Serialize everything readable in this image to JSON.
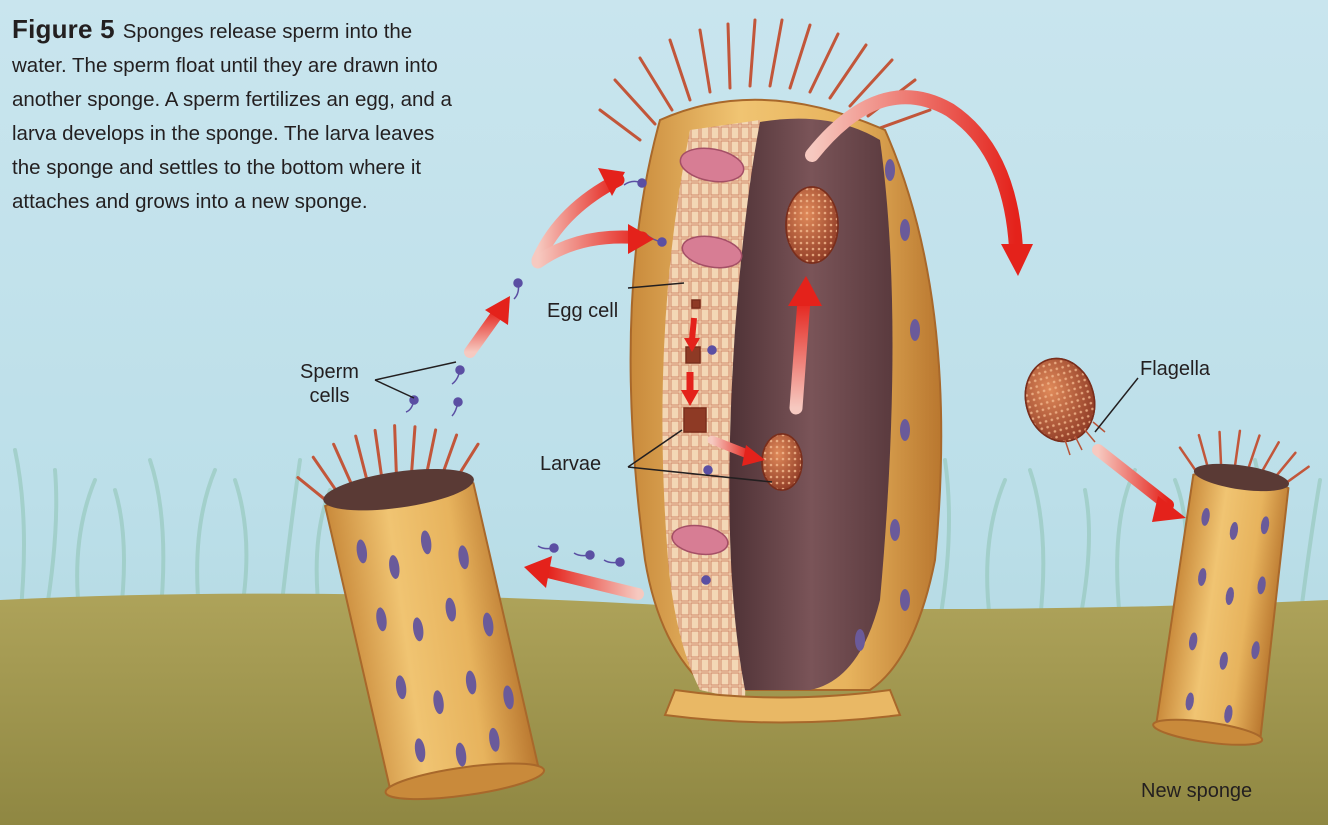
{
  "caption": {
    "figure_number": "Figure 5",
    "text": "Sponges release sperm into the water. The sperm float until they are drawn into another sponge. A sperm fertilizes an egg, and a larva develops in the sponge. The larva leaves the sponge and settles to the bottom where it attaches and grows into a new sponge."
  },
  "labels": {
    "sperm_cells_line1": "Sperm",
    "sperm_cells_line2": "cells",
    "egg_cell": "Egg cell",
    "larvae": "Larvae",
    "flagella": "Flagella",
    "new_sponge": "New sponge"
  },
  "colors": {
    "water": "#bfe0ea",
    "sea_floor": "#a29a4e",
    "sponge_body": "#e8b45a",
    "sponge_interior": "#6a4549",
    "arrow": "#e4221b",
    "sperm": "#5b4fa3",
    "larva": "#b8553a",
    "text": "#231f20"
  }
}
